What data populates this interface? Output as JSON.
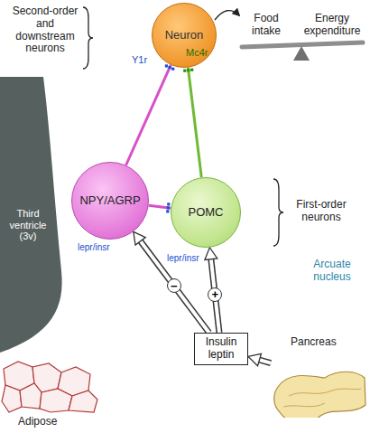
{
  "diagram": {
    "nodes": [
      {
        "text": [
          "Neuron"
        ]
      },
      {
        "text": [
          "Third ventricle (3v)"
        ]
      },
      {
        "text": [
          "Arcuate nucleus"
        ]
      },
      {
        "text": [
          "NPY/AGRP"
        ],
        "in": 2
      },
      {
        "text": [
          "POMC"
        ],
        "in": 2
      },
      {
        "text": [
          "Insulin leptin"
        ]
      },
      {
        "text": [
          "Pancreas"
        ]
      },
      {
        "text": [
          "Adipose"
        ]
      }
    ],
    "edges": [
      {
        "from": 3,
        "to": 0,
        "arrow": "none"
      },
      {
        "from": 4,
        "to": 0,
        "arrow": "none"
      },
      {
        "from": 3,
        "to": 4,
        "arrow": "none"
      },
      {
        "from": 5,
        "to": 3,
        "label": "−",
        "arrow": "to"
      },
      {
        "from": 5,
        "to": 4,
        "label": "+",
        "arrow": "to"
      },
      {
        "from": 6,
        "to": 5,
        "arrow": "to"
      }
    ],
    "labels": [
      "Second-order and downstream neurons",
      "Y1r",
      "Mc4r",
      "Food intake",
      "Energy expenditure",
      "First-order neurons",
      "lepr/insr",
      "lepr/insr"
    ]
  }
}
